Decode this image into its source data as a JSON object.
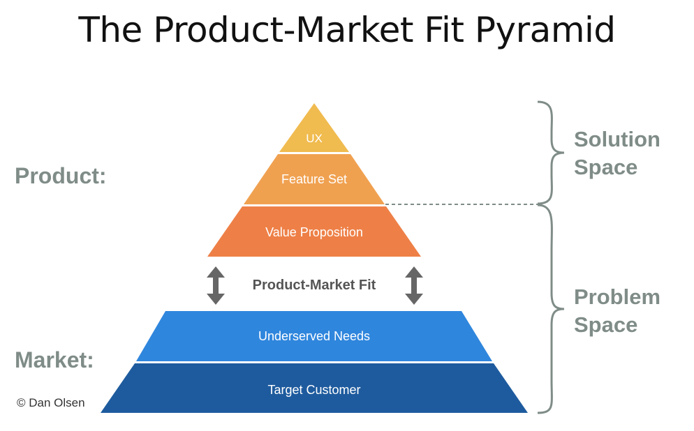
{
  "title": "The Product-Market Fit Pyramid",
  "labels": {
    "product": "Product:",
    "market": "Market:",
    "solution_space": [
      "Solution",
      "Space"
    ],
    "problem_space": [
      "Problem",
      "Space"
    ],
    "fit": "Product-Market Fit",
    "copyright": "© Dan Olsen"
  },
  "layers": [
    {
      "key": "ux",
      "label": "UX",
      "color": "#f0bb4f"
    },
    {
      "key": "feature-set",
      "label": "Feature Set",
      "color": "#f0a150"
    },
    {
      "key": "value-proposition",
      "label": "Value Proposition",
      "color": "#ee8047"
    },
    {
      "key": "underserved-needs",
      "label": "Underserved Needs",
      "color": "#2f86dd"
    },
    {
      "key": "target-customer",
      "label": "Target Customer",
      "color": "#1e5b9e"
    }
  ],
  "colors": {
    "label_gray": "#7f8c87",
    "arrow_gray": "#666666",
    "fit_text": "#555555"
  }
}
